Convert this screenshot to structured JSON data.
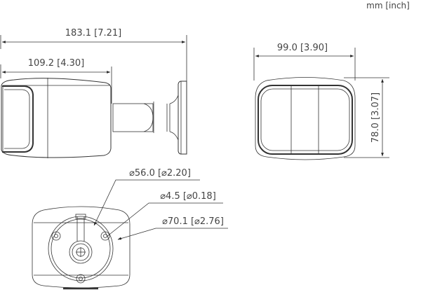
{
  "units_label": "mm [inch]",
  "side_view": {
    "overall_length": "183.1 [7.21]",
    "body_length": "109.2 [4.30]"
  },
  "front_view": {
    "width": "99.0 [3.90]",
    "height": "78.0 [3.07]"
  },
  "mount_view": {
    "callouts": [
      {
        "label": "⌀56.0 [⌀2.20]"
      },
      {
        "label": "⌀4.5 [⌀0.18]"
      },
      {
        "label": "⌀70.1 [⌀2.76]"
      }
    ]
  },
  "colors": {
    "line": "#333333",
    "text": "#444444",
    "background": "#ffffff"
  }
}
